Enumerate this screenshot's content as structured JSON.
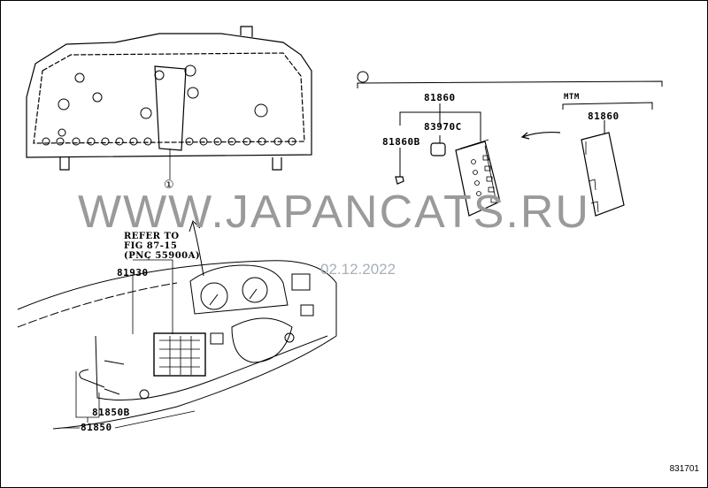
{
  "watermark": "WWW.JAPANCATS.RU",
  "date_stamp": "02.12.2022",
  "figure_code": "831701",
  "callout_symbol": "①",
  "labels": {
    "assembly_top": "81860",
    "part_83970c": "83970C",
    "part_81860b": "81860B",
    "mtm_header": "MTM",
    "mtm_part": "81860",
    "part_81930": "81930",
    "part_81850b": "81850B",
    "part_81850": "81850"
  },
  "reference_note": {
    "line1": "REFER TO",
    "line2": "FIG 87-15",
    "line3": "(PNC 55900A)"
  }
}
